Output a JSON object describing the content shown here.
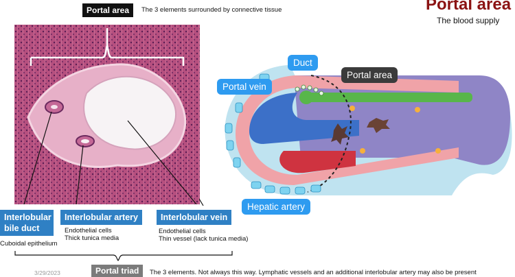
{
  "header": {
    "portal_area_tag": "Portal area",
    "portal_area_desc": "The 3 elements surrounded by connective tissue",
    "title": "Portal area",
    "subtitle": "The blood supply"
  },
  "labels": {
    "bile_duct": {
      "title": "Interlobular bile duct",
      "line1": "Cuboidal epithelium"
    },
    "artery": {
      "title": "Interlobular artery",
      "line1": "Endothelial cells",
      "line2": "Thick tunica media"
    },
    "vein": {
      "title": "Interlobular vein",
      "line1": "Endothelial cells",
      "line2": "Thin vessel (lack tunica media)"
    }
  },
  "diagram": {
    "duct": "Duct",
    "portal_vein": "Portal vein",
    "portal_area": "Portal area",
    "hepatic_artery": "Hepatic artery"
  },
  "footer": {
    "date": "3/29/2023",
    "portal_triad_tag": "Portal triad",
    "portal_triad_desc": "The 3 elements. Not always this way. Lymphatic vessels and an additional interlobular artery may also be present"
  },
  "colors": {
    "title_red": "#8b1313",
    "label_blue": "#2f80c4",
    "bubble_blue": "#2e9bf0",
    "tissue_pink": "#b6507f"
  }
}
